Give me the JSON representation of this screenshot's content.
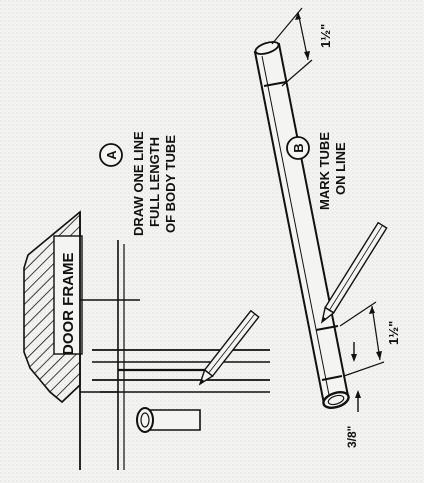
{
  "labels": {
    "door_frame": "DOOR FRAME",
    "step_a_marker": "A",
    "step_a_line1": "DRAW ONE LINE",
    "step_a_line2": "FULL LENGTH",
    "step_a_line3": "OF BODY TUBE",
    "step_b_marker": "B",
    "step_b_line1": "MARK TUBE",
    "step_b_line2": "ON LINE",
    "dim_top": "1½\"",
    "dim_mid": "1½\"",
    "dim_bottom": "3/8\""
  },
  "colors": {
    "paper": "#f4f4f2",
    "ink": "#111111",
    "tube_shade": "#d9d9d9"
  }
}
